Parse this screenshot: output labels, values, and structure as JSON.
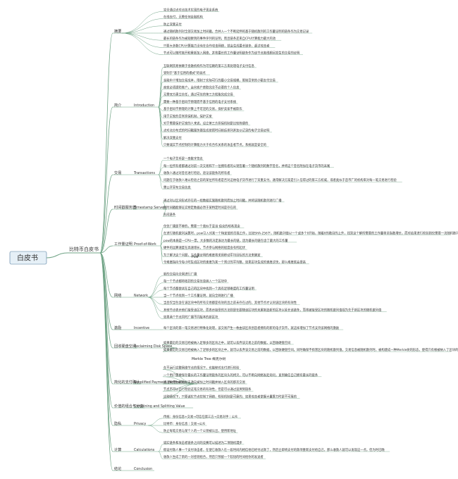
{
  "root": {
    "label": "白皮书"
  },
  "main": {
    "label": "比特币白皮书"
  },
  "colors": {
    "line": "#6fa385",
    "root_fill": "#e6f0f7",
    "root_stroke": "#4f7a9c"
  },
  "sections": [
    {
      "label": "摘要",
      "items": [
        "完全通过点对点技术实现的电子现金系统",
        "在线支付，无需任何金融机构",
        "防止双重支付",
        "通过随机散列对全部交易加上时间戳，合并入一个不断延伸的基于随机散列的工作量证明的链条作为交易记录",
        "最长的链条作为被观察到的事件序列的证明，而且链条还来自CPU计算能力最大的池",
        "只要大多数CPU计算能力没有在合作攻击网络，就会生成最长链条，超过攻击者",
        "节点可以随时离开和重新加入网络，并将最长的工作量证明链条作为该节点离线期间发生的交易的证明"
      ]
    },
    {
      "label": "简介",
      "sub": "Introduction",
      "items": [
        "互联网贸易依赖于金融机构作为可信赖的第三方来处理电子支付信息",
        "受制于\"基于信用的模式\"的弱点",
        "金融中介增加交易成本，限制了实际可行的最小交易规模，限制日常的小额支付交易",
        "商家必须提防客户，会向客户索取完全不必要的个人信息",
        "无需双方建立信任，通过可信的第三方就能完成交易",
        "需要一种基于密码学原理而不基于信用的电子支付系统",
        "基于密码学原理的计算上不可逆的交易，保护卖家不被欺诈",
        "用于买家的日常担保机制，保护买家",
        "对于需要保护买家的人来说，设立第三方担保机制是比较简便的",
        "点对点分布式的时间戳服务器生成依照时间前后排列并加以记录的电子交易证明",
        "解决双重支付",
        "只要诚实节点控制的计算能力大于有合作关系的攻击者节点，系统就是安全的"
      ]
    },
    {
      "label": "交易",
      "sub": "Transactions",
      "items": [
        "一个电子货币是一串数字签名",
        "每一位所有者都通过对前一次交易和下一位拥有者的公钥签署一个随机散列的数字签名，并将这个签名附加在电子货币的末尾",
        "收款人通过对签名进行检验，验证该链条的所有者",
        "问题在于收款人难以检验之前的某位所有者是否对这枚电子货币进行了双重支付。通常解决方案是引入信得过的第三方权威，或者类似于造币厂的机构来对每一笔交易进行检验",
        "需公开宣布交易信息"
      ]
    },
    {
      "label": "时间戳服务器",
      "sub": "Timestamp Server",
      "items": [
        "通过对以区块形式存在的一组数据实施随机散列而加上时间戳，并将该随机散列进行广播",
        "随时间戳能够证实特定数据必然于某特定时间是存在的",
        "形成链条"
      ]
    },
    {
      "label": "工作量证明",
      "sub": "Proof-of-Work",
      "sub2": "Pow",
      "items": [
        "仅仅广播是不够的，需要一个类似于亚当·伯克的哈希现金",
        "在进行随机散列运算时，pow引入对某一个特定值的扫描工作，比如SHA-256下，随机散列值以一个或多个0开始，随着0的数目的上升，找到这个解所需要的工作量将呈指数增长，而对结果进行检验则仅需要一次随机散列运算",
        "pow的本质是一CPU一票，大多数的决定表达为最长的链，因为最长的链包含了最大的工作量",
        "硬件的运算速度在高速增长，节点参与网络的程度会有所起伏",
        "为了解决这个问题，工作量证明的难度将采用移动平均目标的方法来确定",
        "令难度指向令每小时生成区块的速度为某一个预订的平均数，如果区块生成的速度过快，那么难度就会提高"
      ]
    },
    {
      "label": "网络",
      "sub": "Network",
      "items": [
        "新的交易向全网进行广播",
        "每一个节点都将收到的交易信息纳入一个区块中",
        "每个节点都尝试在自己的区块中找到一个具有足够难度的工作量证明",
        "当一个节点找到一个工作量证明，就向全网进行广播",
        "当且仅当包含在该区块中的所有交易都是有效的且之前未存在过的，其他节点才认同该区块的有效性",
        "其他节点表示他们接受该区块，而表示接受的方法则是在跟随该区块的末尾制造新的区块以延长该链条，而将被接受区块的随机散列值视为先于新区块的随机散列值",
        "如果两个节点同时广播不同版本的新区块"
      ]
    },
    {
      "label": "激励",
      "sub": "Incentive",
      "items": [
        "每个区块的第一笔交易进行特殊化处理，该交易产生一枚由该区块创造者拥有的新的电子货币，就这样增加了节点支持该网络的激励"
      ]
    },
    {
      "label": "回收硬盘空间",
      "sub": "Reclaiming Disk Space",
      "items": [
        "如果最近的交易已经被纳入足够多的区块之中，就可以丢弃该交易之前的数据，以回收硬盘空间",
        "如果最近的交易已经被纳入了足够多的区块之中，就可以丢弃该交易之前的数据，以回收硬盘空间。同时确保不损害区块的随机散列值，交易信息被随机散列时，被构建成一种Merkle树的形态，使得只有根被纳入了区块的随机散列值。通过将该树的分支拔除的方法，老区块就能被压缩，而内部的随机散列值是不必保存的"
      ],
      "sub2": "Merkle Tree 梅克尔树"
    },
    {
      "label": "简化的支付确认",
      "sub": "Simplified Payment Verification",
      "items": [
        "在不运行完整网络节点的情况下，也能够对支付进行检验",
        "一个用户需要保存最长的工作量证明链条的区块头的拷贝，可以不断向网络发起询问，直到确信自己拥有最长的链条",
        "通过梅克尔树的分支通向被加上时间戳并纳入区块的那次交易",
        "节点不可以自行检验这笔交易的有效性，但是可以通过追溯到链条",
        "这种情况下，只要诚实节点控制了网络，检验机制是可靠的，如果攻击者掌握大量算力时是不可靠的"
      ]
    },
    {
      "label": "价值的组合与分割",
      "sub": "Combining and Splitting Value",
      "items": []
    },
    {
      "label": "隐私",
      "sub": "Privacy",
      "items": [
        "传统：身份信息+交易→可信任第三方→交易对手｜公众",
        "比特币：身份信息｜交易→公众",
        "防止每笔交易与某个人的一个公钥被认出，使用新地址"
      ]
    },
    {
      "label": "计算",
      "sub": "Calculations",
      "items": [
        "诚实链条和攻击者链条之间的竞赛可以描述为二项随机漫步",
        "假设付款人事一个支付攻击者，在使它收款人在一段时间内相信他已经付过款了，然后立即将支付的款项重新支付给自己，那么收款人就可以发现这一点，但为时已晚",
        "收款人生成了新的一对密钥组合，然后只预留一个较短的时间给你的发送者"
      ]
    },
    {
      "label": "结论",
      "sub": "Conclusion",
      "items": []
    }
  ]
}
